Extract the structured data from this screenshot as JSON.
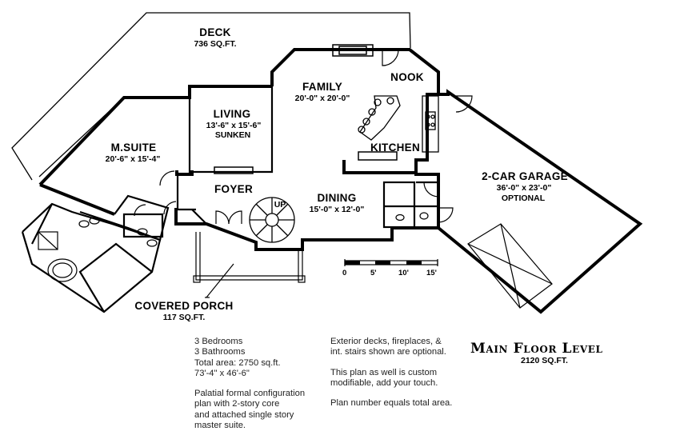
{
  "rooms": {
    "deck": {
      "name": "DECK",
      "size": "736 SQ.FT."
    },
    "family": {
      "name": "FAMILY",
      "size": "20'-0\" x 20'-0\""
    },
    "nook": {
      "name": "NOOK"
    },
    "living": {
      "name": "LIVING",
      "size": "13'-6\" x 15'-6\"",
      "note": "SUNKEN"
    },
    "msuite": {
      "name": "M.SUITE",
      "size": "20'-6\" x 15'-4\""
    },
    "kitchen": {
      "name": "KITCHEN"
    },
    "foyer": {
      "name": "FOYER"
    },
    "stair": {
      "label": "UP"
    },
    "dining": {
      "name": "DINING",
      "size": "15'-0\" x 12'-0\""
    },
    "garage": {
      "name": "2-CAR GARAGE",
      "size": "36'-0\" x 23'-0\"",
      "note": "OPTIONAL"
    },
    "porch": {
      "name": "COVERED PORCH",
      "size": "117 SQ.FT."
    }
  },
  "scale": {
    "ticks": [
      "0",
      "5'",
      "10'",
      "15'"
    ]
  },
  "notes_left": {
    "specs": [
      "3 Bedrooms",
      "3 Bathrooms",
      "Total area: 2750 sq.ft.",
      "73'-4\" x 46'-6\""
    ],
    "description": [
      "Palatial formal configuration",
      "plan with 2-story core",
      "and attached single story",
      "master suite."
    ]
  },
  "notes_right": {
    "p1": [
      "Exterior decks, fireplaces, &",
      "int. stairs shown are optional."
    ],
    "p2": [
      "This plan as well is custom",
      "modifiable, add your touch."
    ],
    "p3": [
      "Plan number equals total area."
    ]
  },
  "level": {
    "title": "Main Floor Level",
    "area": "2120 SQ.FT."
  }
}
